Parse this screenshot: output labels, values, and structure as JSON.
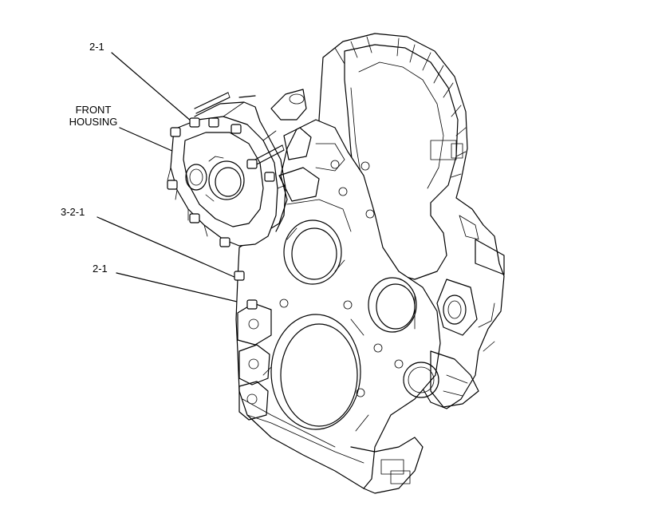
{
  "callouts": {
    "top_2_1": "2-1",
    "front_housing_line1": "FRONT",
    "front_housing_line2": "HOUSING",
    "mid_3_2_1": "3-2-1",
    "bottom_2_1": "2-1"
  }
}
